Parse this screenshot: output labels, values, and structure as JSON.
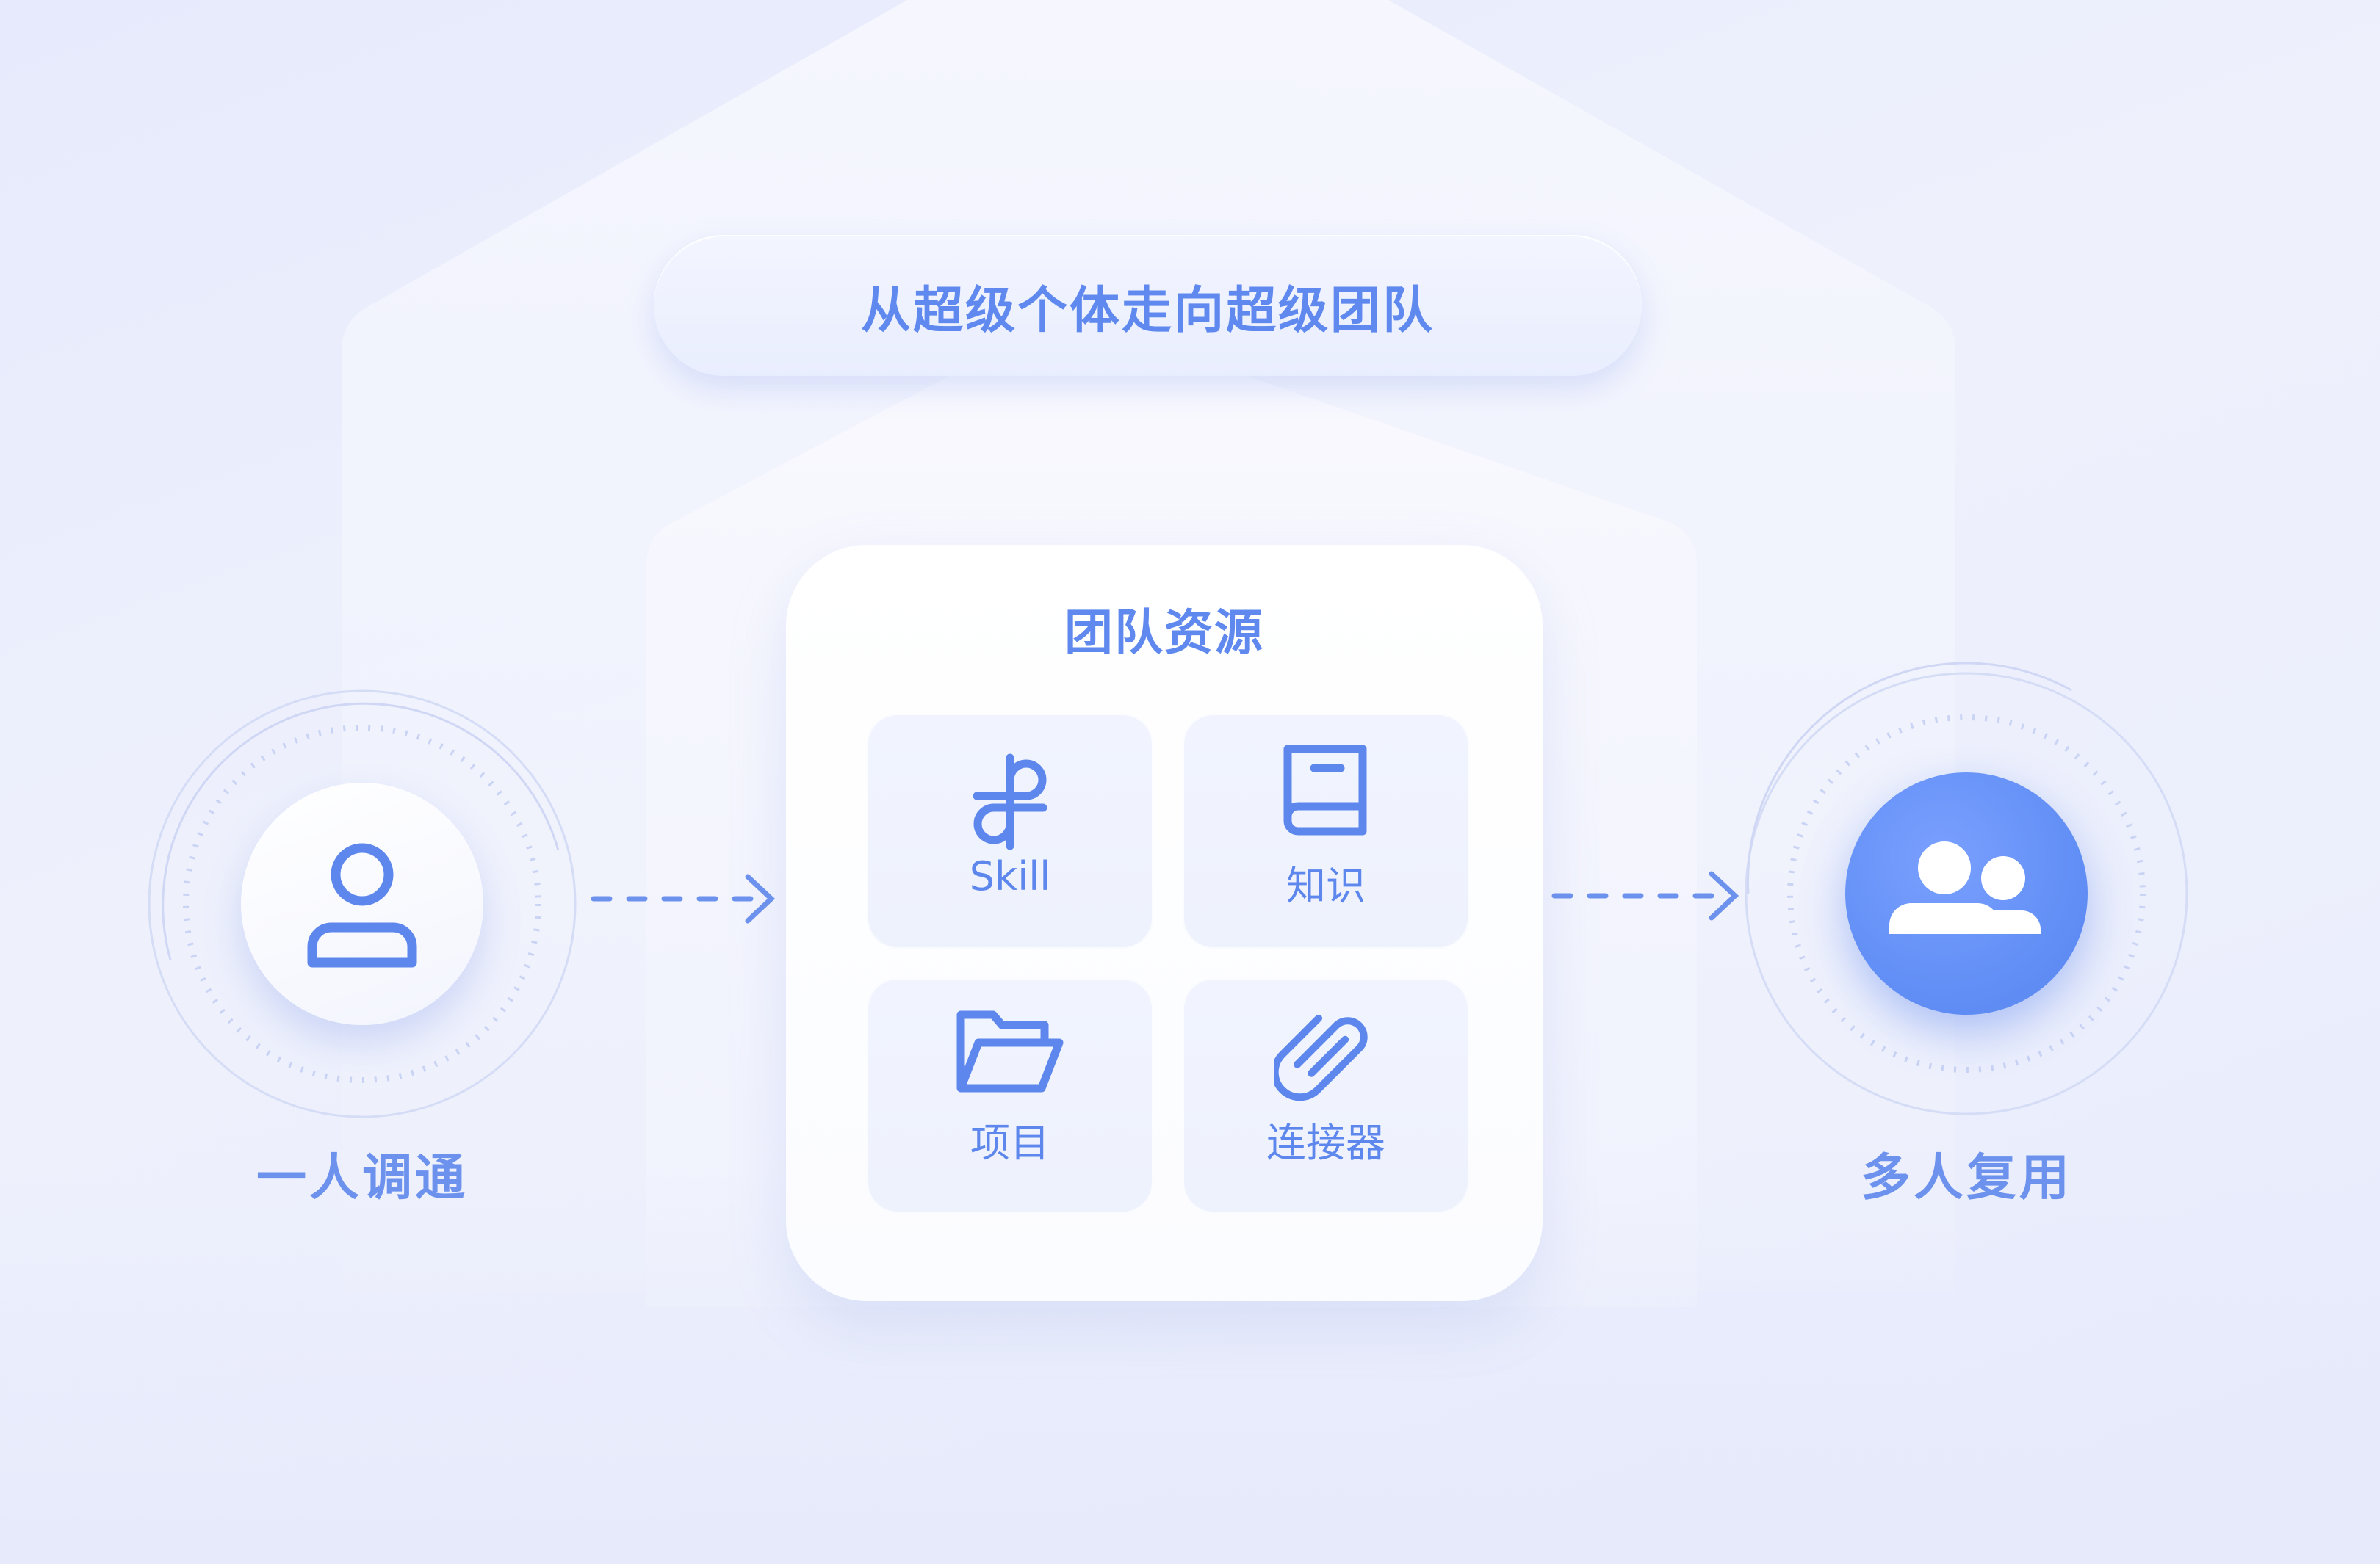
{
  "banner": {
    "title": "从超级个体走向超级团队"
  },
  "resources": {
    "title": "团队资源",
    "items": [
      {
        "label": "Skill",
        "icon": "skill-icon"
      },
      {
        "label": "知识",
        "icon": "book-icon"
      },
      {
        "label": "项目",
        "icon": "folder-icon"
      },
      {
        "label": "连接器",
        "icon": "paperclip-icon"
      }
    ]
  },
  "left_node": {
    "label": "一人调通",
    "icon": "user-icon"
  },
  "right_node": {
    "label": "多人复用",
    "icon": "users-icon"
  },
  "colors": {
    "accent": "#5f8df4",
    "text": "#5d87ec",
    "background": "#e9edfc"
  }
}
